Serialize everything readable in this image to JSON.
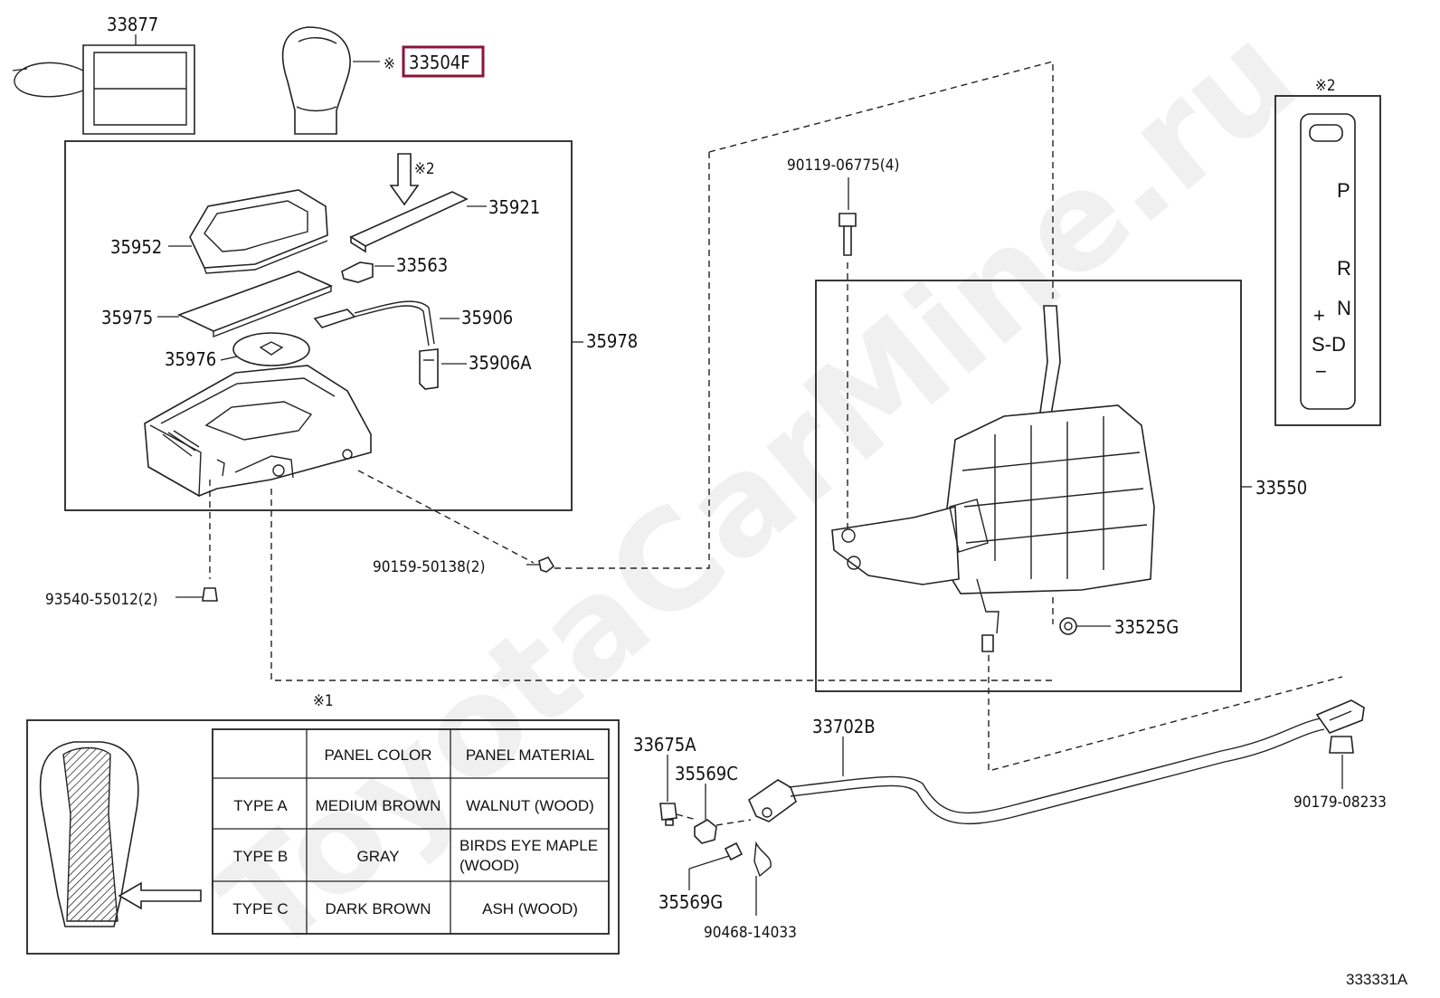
{
  "watermark": "ToyotaCarMine.ru",
  "diagram_code": "333331A",
  "parts": {
    "p33877": "33877",
    "p33504F": "33504F",
    "p33504F_mark": "※",
    "p35921": "35921",
    "p35952": "35952",
    "p33563": "33563",
    "p35975": "35975",
    "p35906": "35906",
    "p35978": "35978",
    "p35976": "35976",
    "p35906A": "35906A",
    "p90159": "90159-50138(2)",
    "p93540": "93540-55012(2)",
    "p90119": "90119-06775(4)",
    "p33550": "33550",
    "p33525G": "33525G",
    "p33675A": "33675A",
    "p35569C": "35569C",
    "p33702B": "33702B",
    "p90179": "90179-08233",
    "p35569G": "35569G",
    "p90468": "90468-14033"
  },
  "notes": {
    "note2_top": "※2",
    "note2_arrow": "※2",
    "note1": "※1"
  },
  "gate": {
    "P": "P",
    "R": "R",
    "N": "N",
    "plus": "+",
    "SD": "S-D",
    "minus": "−"
  },
  "table": {
    "header": [
      "",
      "PANEL COLOR",
      "PANEL MATERIAL"
    ],
    "rows": [
      [
        "TYPE A",
        "MEDIUM BROWN",
        "WALNUT (WOOD)"
      ],
      [
        "TYPE B",
        "GRAY",
        "BIRDS EYE MAPLE",
        "(WOOD)"
      ],
      [
        "TYPE C",
        "DARK BROWN",
        "ASH (WOOD)"
      ]
    ]
  }
}
